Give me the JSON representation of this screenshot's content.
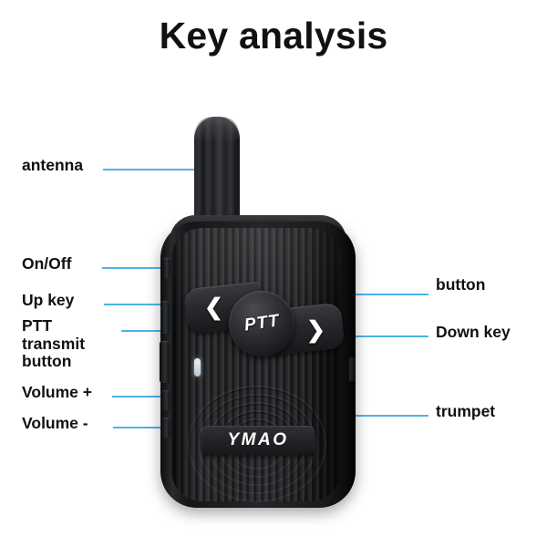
{
  "page": {
    "title": "Key analysis",
    "background_color": "#ffffff",
    "leader_line_color": "#4BB4E6",
    "text_color": "#111111"
  },
  "device": {
    "type": "two-way-radio",
    "brand_text": "YMAO",
    "ptt_button_text": "PTT",
    "left_arrow_glyph": "❮",
    "right_arrow_glyph": "❯",
    "body_color": "#212225",
    "led_color": "#e8eef5"
  },
  "callouts": {
    "left": [
      {
        "id": "antenna",
        "label": "antenna"
      },
      {
        "id": "onoff",
        "label": "On/Off"
      },
      {
        "id": "upkey",
        "label": "Up key"
      },
      {
        "id": "ptt",
        "label": "PTT\ntransmit\nbutton"
      },
      {
        "id": "volup",
        "label": "Volume +"
      },
      {
        "id": "voldown",
        "label": "Volume -"
      }
    ],
    "right": [
      {
        "id": "button",
        "label": "button"
      },
      {
        "id": "downkey",
        "label": "Down key"
      },
      {
        "id": "trumpet",
        "label": "trumpet"
      }
    ]
  }
}
